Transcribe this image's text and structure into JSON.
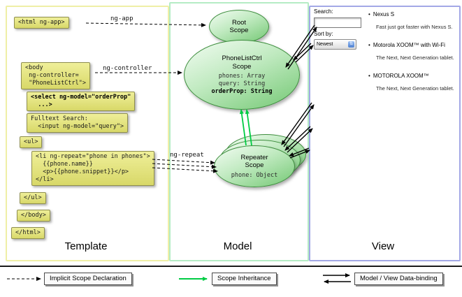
{
  "columns": {
    "template": "Template",
    "model": "Model",
    "view": "View"
  },
  "template_code": {
    "html_open": "<html ng-app>",
    "body_open": "<body\n ng-controller=\n \"PhoneListCtrl\">",
    "select": "<select ng-model=\"orderProp\"\n  ...>",
    "fulltext": "Fulltext Search:\n  <input ng-model=\"query\">",
    "ul_open": "<ul>",
    "li_repeat": "<li ng-repeat=\"phone in phones\">\n  {{phone.name}}\n  <p>{{phone.snippet}}</p>\n</li>",
    "ul_close": "</ul>",
    "body_close": "</body>",
    "html_close": "</html>"
  },
  "arrow_labels": {
    "ng_app": "ng-app",
    "ng_controller": "ng-controller",
    "ng_repeat": "ng-repeat"
  },
  "scopes": {
    "root": {
      "title": "Root\nScope"
    },
    "phone_list": {
      "title": "PhoneListCtrl\nScope",
      "props": "phones: Array\nquery: String",
      "highlight": "orderProp: String"
    },
    "repeater": {
      "title": "Repeater\nScope",
      "props": "phone: Object"
    }
  },
  "view": {
    "search_label": "Search:",
    "sort_label": "Sort by:",
    "sort_value": "Newest",
    "dropdown_icon": "⇅",
    "bullet": "•",
    "phones": [
      {
        "name": "Nexus S",
        "snippet": "Fast just got faster with Nexus S."
      },
      {
        "name": "Motorola XOOM™ with Wi-Fi",
        "snippet": "The Next, Next Generation tablet."
      },
      {
        "name": "MOTOROLA XOOM™",
        "snippet": "The Next, Next Generation tablet."
      }
    ]
  },
  "legend": {
    "implicit": "Implicit Scope Declaration",
    "inheritance": "Scope Inheritance",
    "binding": "Model / View Data-binding"
  },
  "colors": {
    "code_box_yellow": "#dede6e",
    "scope_green": "#74c874",
    "inheritance_green": "#00cc44",
    "template_border": "#efefa6",
    "model_border": "#b5ecc5",
    "view_border": "#a3a8e6"
  }
}
